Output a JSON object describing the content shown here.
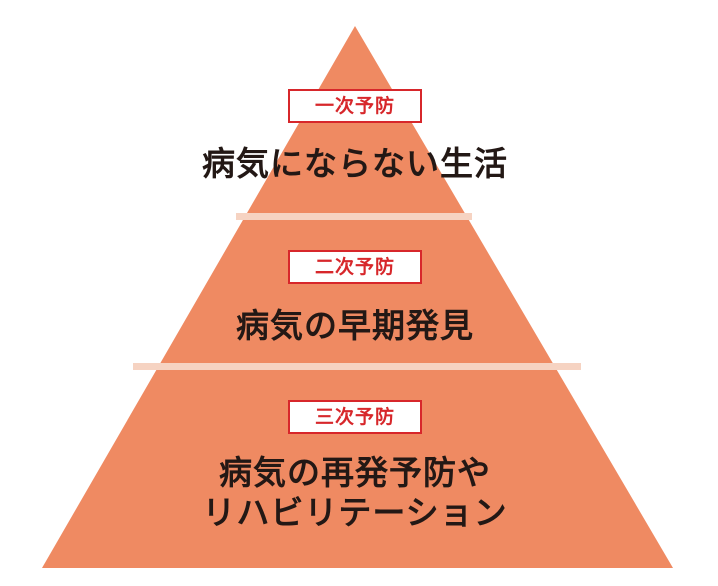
{
  "colors": {
    "pyramid_fill": "#ef8a62",
    "divider": "#f6d3c2",
    "badge_border": "#d7272b",
    "badge_text": "#d7272b",
    "badge_bg": "#ffffff",
    "description_text": "#231815"
  },
  "pyramid": {
    "levels": [
      {
        "label": "一次予防",
        "description": "病気にならない生活"
      },
      {
        "label": "二次予防",
        "description": "病気の早期発見"
      },
      {
        "label": "三次予防",
        "description_line1": "病気の再発予防や",
        "description_line2": "リハビリテーション"
      }
    ]
  }
}
